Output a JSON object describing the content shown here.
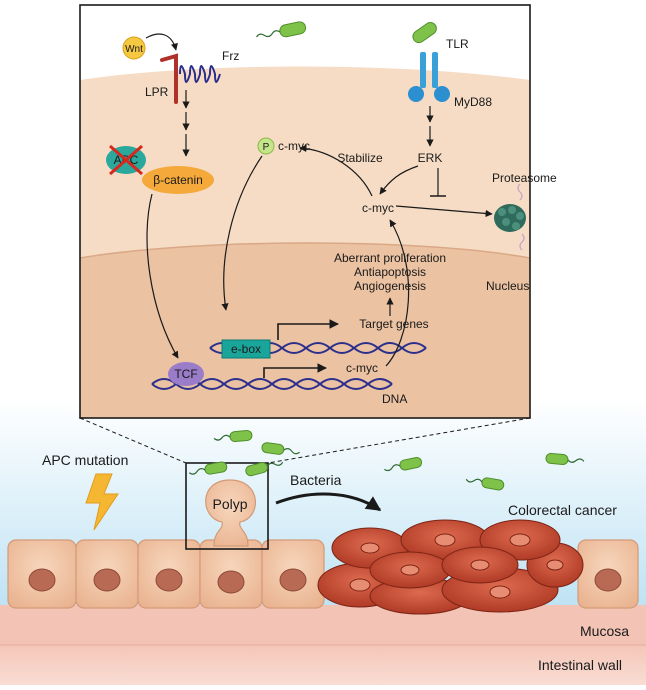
{
  "inset": {
    "wnt": "Wnt",
    "frz": "Frz",
    "lpr": "LPR",
    "tlr": "TLR",
    "myd88": "MyD88",
    "apc": "APC",
    "beta_catenin": "β-catenin",
    "p": "P",
    "p_cmyc": "c-myc",
    "stabilize": "Stabilize",
    "erk": "ERK",
    "cmyc_center": "c-myc",
    "proteasome": "Proteasome",
    "effects": [
      "Aberrant proliferation",
      "Antiapoptosis",
      "Angiogenesis"
    ],
    "nucleus": "Nucleus",
    "target_genes": "Target genes",
    "ebox": "e-box",
    "tcf": "TCF",
    "cmyc_gene": "c-myc",
    "dna": "DNA"
  },
  "scene": {
    "apc_mutation": "APC mutation",
    "polyp": "Polyp",
    "bacteria": "Bacteria",
    "colorectal_cancer": "Colorectal cancer",
    "mucosa": "Mucosa",
    "intestinal_wall": "Intestinal wall"
  },
  "colors": {
    "cytoplasm": "#f6dcc4",
    "nucleus": "#ebc2a2",
    "dna": "#2c2f8c",
    "ebox": "#1aa59b",
    "tcf": "#9b7cc9",
    "bacteria": "#7fc24a",
    "tumor": "#c8452f",
    "cell": "#f1c6a5"
  }
}
